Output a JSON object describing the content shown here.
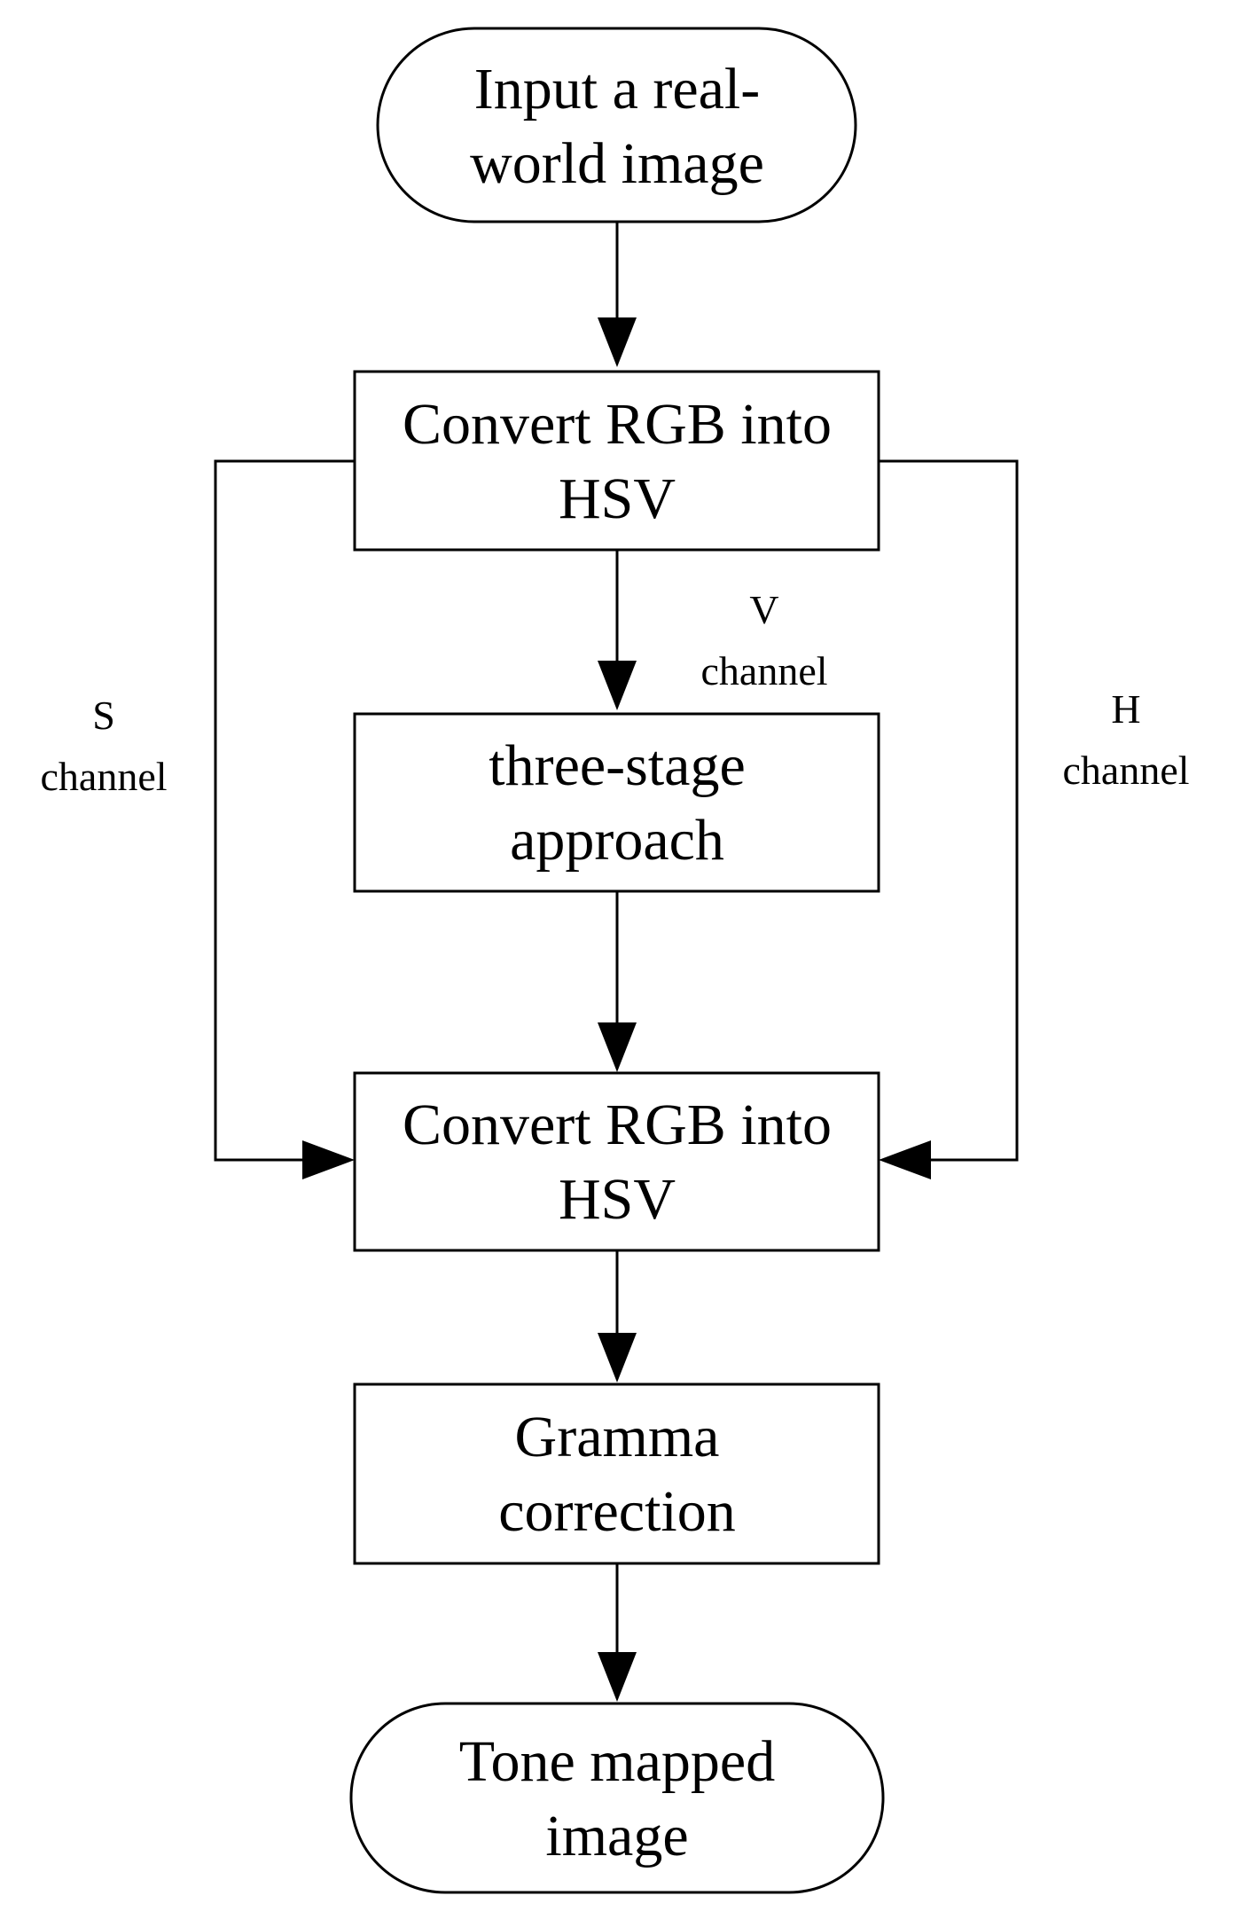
{
  "nodes": {
    "start": {
      "line1": "Input a real-",
      "line2": "world image"
    },
    "convert_top": {
      "line1": "Convert RGB into",
      "line2": "HSV"
    },
    "three_stage": {
      "line1": "three-stage",
      "line2": "approach"
    },
    "convert_bottom": {
      "line1": "Convert RGB into",
      "line2": "HSV"
    },
    "gamma": {
      "line1": "Gramma",
      "line2": "correction"
    },
    "end": {
      "line1": "Tone mapped",
      "line2": "image"
    }
  },
  "edge_labels": {
    "v_channel": {
      "line1": "V",
      "line2": "channel"
    },
    "s_channel": {
      "line1": "S",
      "line2": "channel"
    },
    "h_channel": {
      "line1": "H",
      "line2": "channel"
    }
  },
  "colors": {
    "stroke": "#000000",
    "fill": "#ffffff",
    "text": "#000000"
  }
}
